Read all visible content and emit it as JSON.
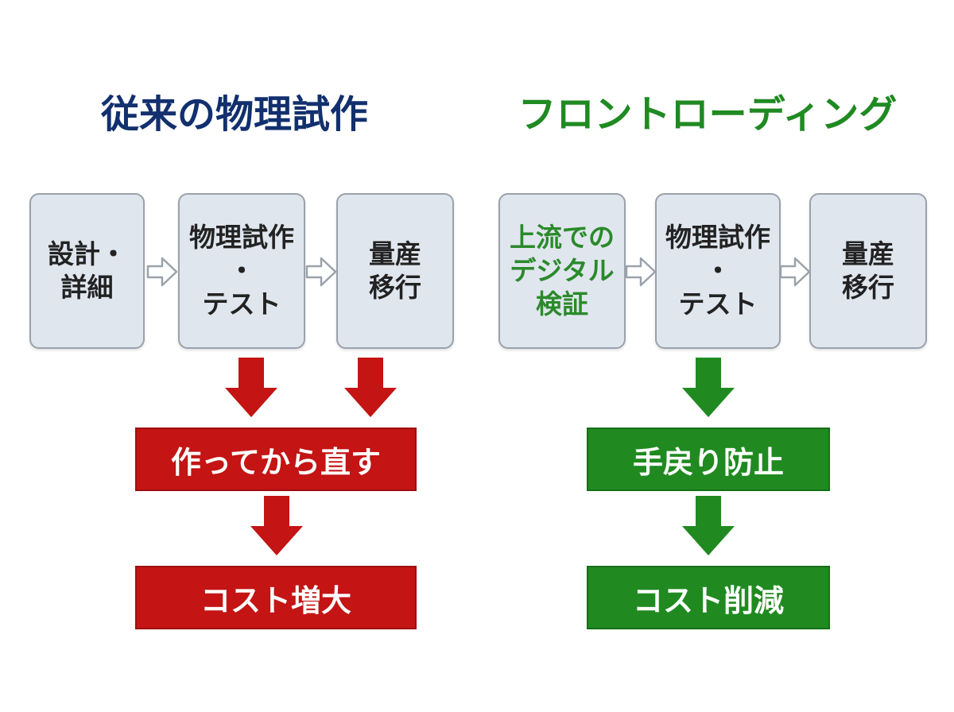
{
  "left": {
    "title": "従来の物理試作",
    "steps": [
      "設計・\n詳細",
      "物理試作\n・\nテスト",
      "量産\n移行"
    ],
    "results": [
      "作ってから直す",
      "コスト増大"
    ]
  },
  "right": {
    "title": "フロントローディング",
    "steps": [
      "上流での\nデジタル\n検証",
      "物理試作\n・\nテスト",
      "量産\n移行"
    ],
    "results": [
      "手戻り防止",
      "コスト削減"
    ]
  },
  "colors": {
    "left_title": "#12306e",
    "right_title": "#1f8a22",
    "step_fill": "#e0e6ee",
    "step_border": "#9aa2ab",
    "red": "#c41414",
    "green": "#208a20",
    "green_text": "#2a8a2a"
  }
}
